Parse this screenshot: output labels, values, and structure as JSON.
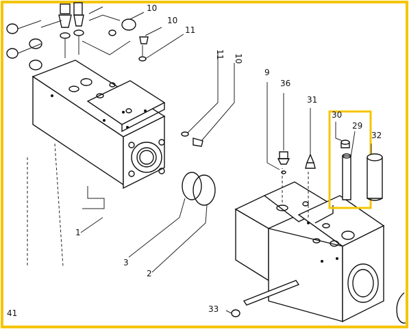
{
  "frame_color": "#f5c400",
  "highlight_color": "#f5c400",
  "labels": {
    "p10_top": "10",
    "p10_mid": "10",
    "p11_top": "11",
    "p11_mid": "11",
    "p10_right": "10",
    "p9": "9",
    "p36": "36",
    "p31": "31",
    "p30": "30",
    "p29": "29",
    "p32": "32",
    "p1": "1",
    "p3": "3",
    "p2": "2",
    "p33": "33",
    "p41": "41"
  }
}
